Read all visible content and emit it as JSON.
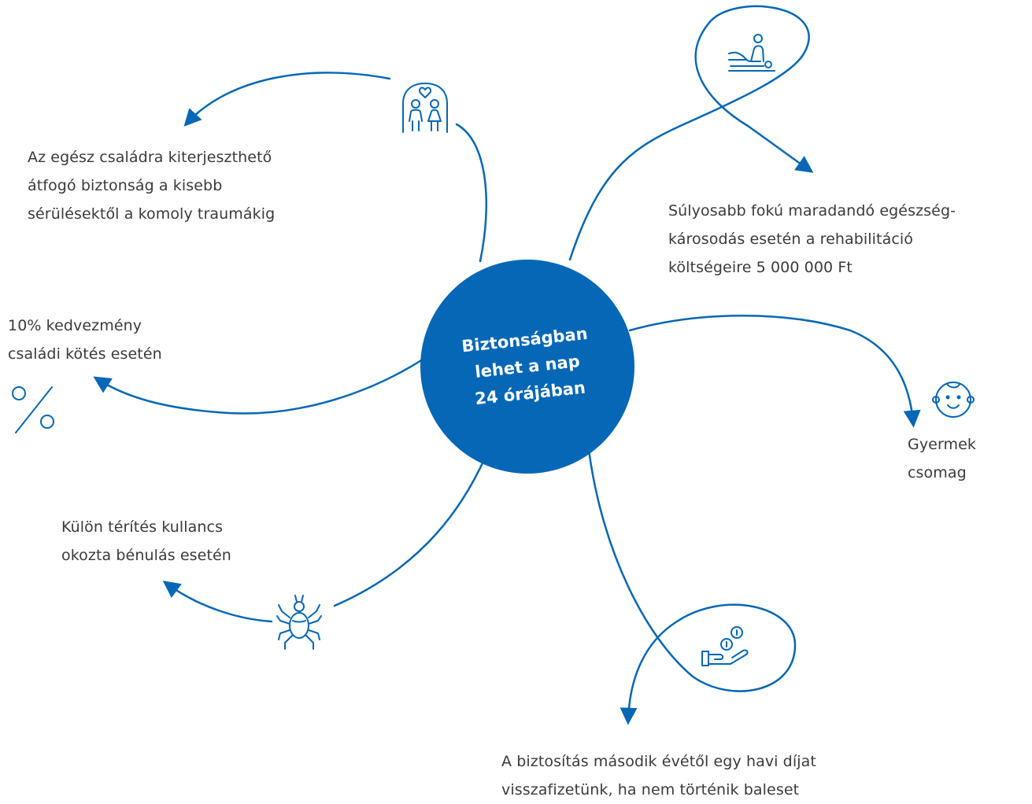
{
  "colors": {
    "primary": "#0567b6",
    "text": "#3a3a3a",
    "background": "#ffffff"
  },
  "center": {
    "label": "Biztonságban\nlehet a nap\n24 órájában"
  },
  "items": [
    {
      "id": "family",
      "icon": "family-heart-icon",
      "text": "Az egész családra kiterjeszthető\nátfogó biztonság a kisebb\nsérülésektől a komoly traumákig"
    },
    {
      "id": "rehab",
      "icon": "massage-therapy-icon",
      "text": "Súlyosabb fokú maradandó egészség-\nkárosodás esetén a rehabilitáció\n költségeire 5 000 000 Ft"
    },
    {
      "id": "discount",
      "icon": "percent-icon",
      "text": "10% kedvezmény\ncsaládi kötés esetén"
    },
    {
      "id": "child",
      "icon": "baby-face-icon",
      "text": "Gyermek\ncsomag"
    },
    {
      "id": "tick",
      "icon": "tick-bug-icon",
      "text": "Külön térítés kullancs\nokozta bénulás esetén"
    },
    {
      "id": "refund",
      "icon": "coins-hand-icon",
      "text": "A biztosítás második évétől egy havi díjat\nvisszafizetünk, ha nem történik baleset"
    }
  ]
}
